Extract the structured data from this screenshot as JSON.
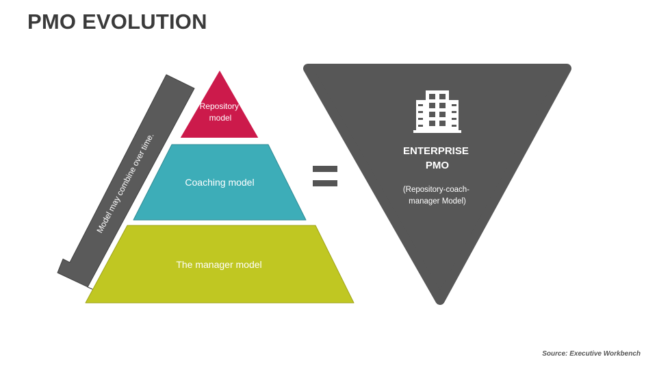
{
  "title": "PMO EVOLUTION",
  "pyramid": {
    "top": {
      "line1": "Repository",
      "line2": "model",
      "color": "#cc1a4b"
    },
    "middle": {
      "label": "Coaching model",
      "color": "#3dadb8"
    },
    "bottom": {
      "label": "The manager model",
      "color": "#c0c722"
    }
  },
  "arrow_text": "Model may combine over time.",
  "equals": {
    "color": "#545454"
  },
  "enterprise": {
    "title_line1": "ENTERPRISE",
    "title_line2": "PMO",
    "sub_line1": "(Repository-coach-",
    "sub_line2": "manager Model)",
    "icon": "office-building-icon",
    "color": "#575757"
  },
  "source": "Source: Executive Workbench"
}
